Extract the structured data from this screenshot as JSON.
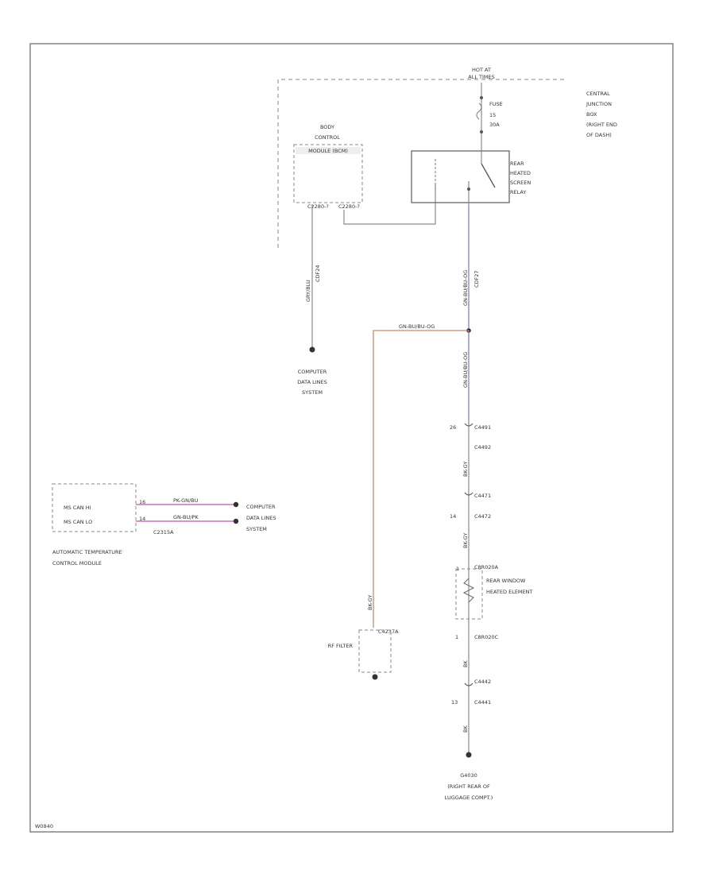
{
  "footer_code": "W0840",
  "hot_at": [
    "HOT AT",
    "ALL TIMES"
  ],
  "fuse": [
    "FUSE",
    "15",
    "30A"
  ],
  "central_junction_box": [
    "CENTRAL",
    "JUNCTION",
    "BOX",
    "(RIGHT END",
    "OF DASH)"
  ],
  "body_control_module": [
    "BODY",
    "CONTROL",
    "MODULE (BCM)"
  ],
  "bcm_pin_left": "C2280-?",
  "bcm_pin_right": "C2280-?",
  "relay": [
    "REAR",
    "HEATED",
    "SCREEN",
    "RELAY"
  ],
  "wire_bcm_color": "GRY/BLU",
  "wire_bcm_circuit": "CDF24",
  "wire_main_color": "GN-BU/BU-OG",
  "wire_main_circuit": "CDF27",
  "wire_branch_color": "GN-BU/BU-OG",
  "wire_main_color_2": "GN-BU/BU-OG",
  "computer_data_lines_1": [
    "COMPUTER",
    "DATA LINES",
    "SYSTEM"
  ],
  "connectors": {
    "c4491": "C4491",
    "c4492": "C4492",
    "pin_c4491": "26",
    "c4471": "C4471",
    "c4472": "C4472",
    "pin_c4471": "14",
    "cmp_a": "C8R020A",
    "pin_cmp_a": "1",
    "cmp_c": "C8R020C",
    "pin_cmp_c": "1",
    "c4442": "C4442",
    "c4441": "C4441",
    "pin_c4441": "13"
  },
  "wire_seg_1": "BK-GY",
  "wire_seg_2": "BK-GY",
  "wire_seg_3": "BK",
  "wire_seg_4": "BK",
  "rear_window_element": [
    "REAR WINDOW",
    "HEATED ELEMENT"
  ],
  "ground": [
    "G4030",
    "(RIGHT REAR OF",
    "LUGGAGE COMPT.)"
  ],
  "atcm": {
    "pin_hi": "MS CAN HI",
    "pin_lo": "MS CAN LO",
    "pin_num_hi": "16",
    "pin_num_lo": "14",
    "wire_hi": "PK-GN/BU",
    "wire_lo": "GN-BU/PK",
    "connector": "C2315A",
    "label": [
      "AUTOMATIC TEMPERATURE",
      "CONTROL MODULE"
    ]
  },
  "computer_data_lines_2": [
    "COMPUTER",
    "DATA LINES",
    "SYSTEM"
  ],
  "rf_filter": "RF FILTER",
  "rf_wire": "BK-GY",
  "rf_connector": "C4237A",
  "colors": {
    "wire_orange": "#c98a6a",
    "wire_purple": "#8a7fbf",
    "wire_pink": "#c870b8",
    "wire_gray": "#8a8a8a"
  }
}
